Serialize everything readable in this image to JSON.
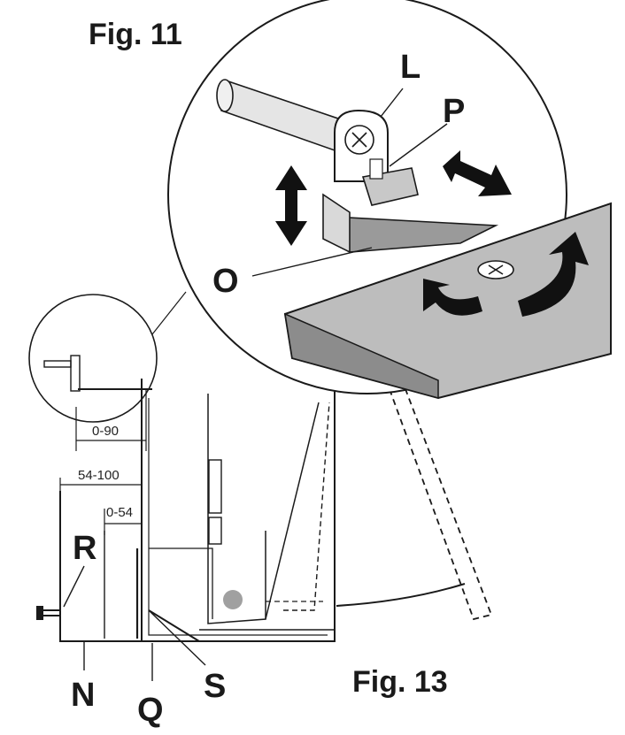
{
  "figures": {
    "fig11": "Fig. 11",
    "fig13": "Fig. 13"
  },
  "parts": {
    "L": "L",
    "P": "P",
    "O": "O",
    "R": "R",
    "N": "N",
    "Q": "Q",
    "S": "S"
  },
  "dimensions": {
    "d1": "0-90",
    "d2": "54-100",
    "d3": "0-54"
  },
  "colors": {
    "line": "#1a1a1a",
    "panel_fill": "#bdbdbd",
    "panel_shadow": "#8c8c8c",
    "bracket_fill": "#9a9a9a",
    "arrow_fill": "#111111"
  }
}
